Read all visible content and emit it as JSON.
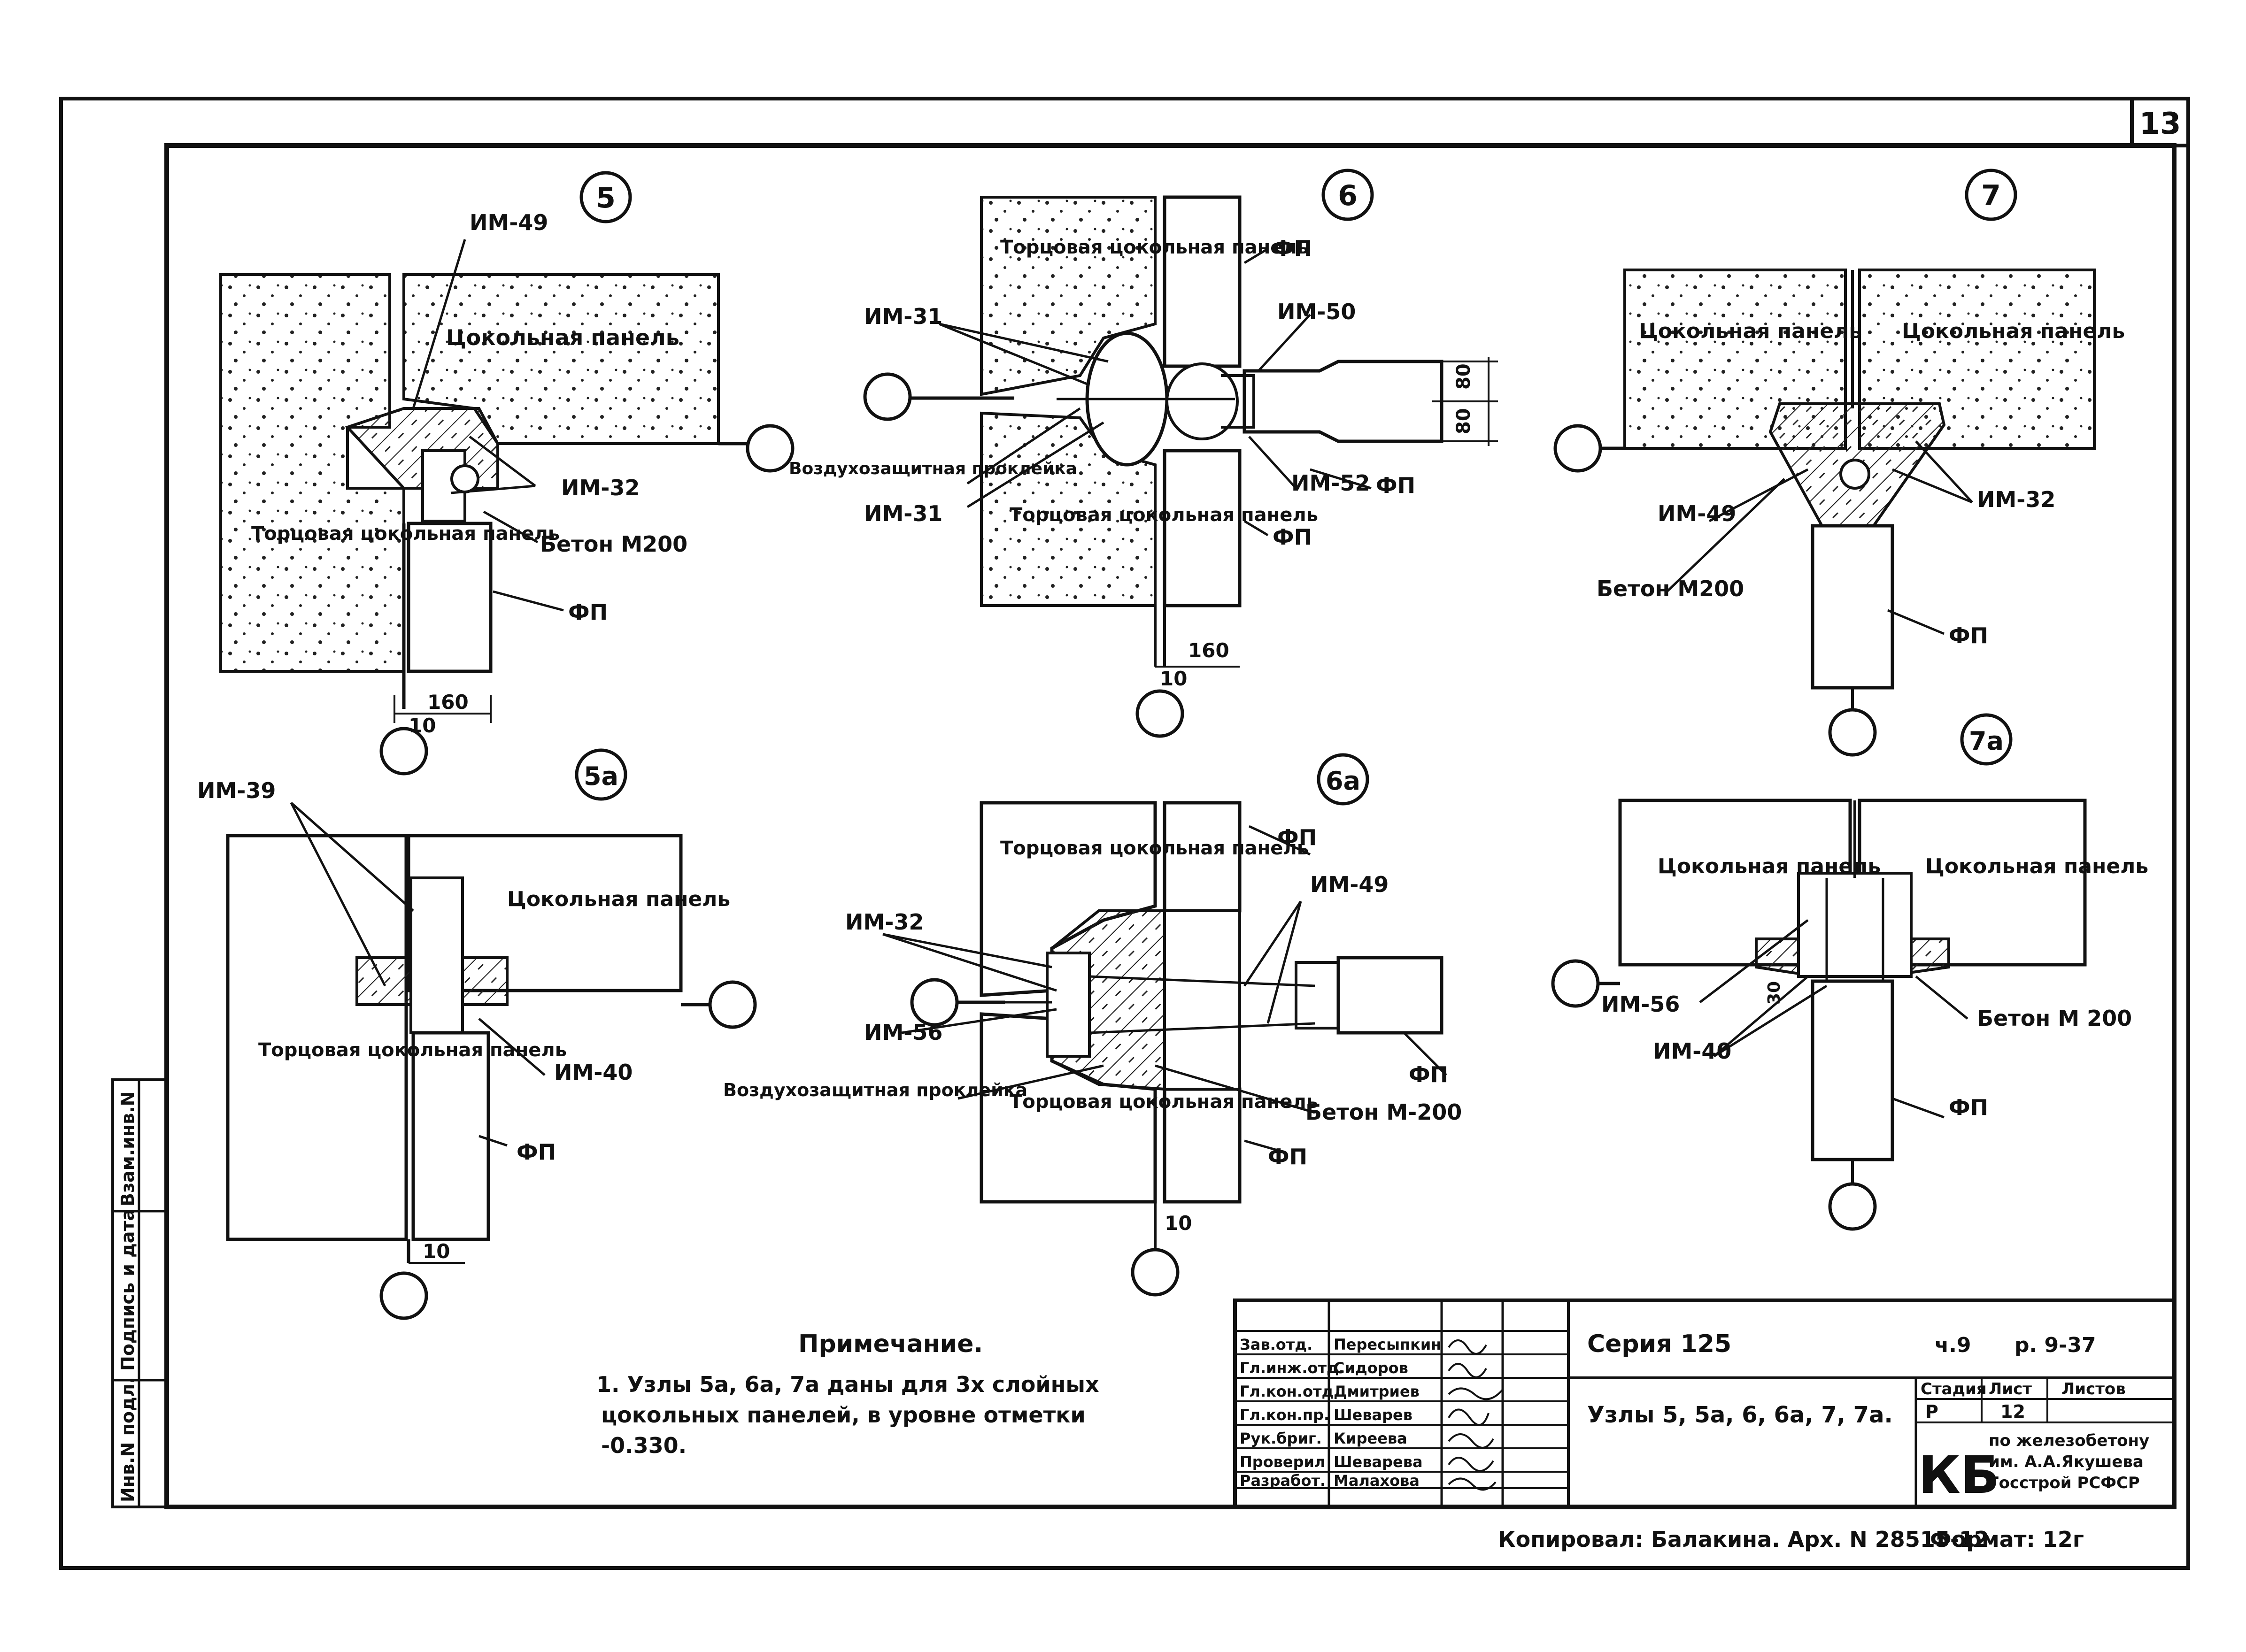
{
  "sheet_number": "13",
  "nodes": {
    "n5": {
      "marker": "5",
      "labels": {
        "im49": "ИМ-49",
        "panel": "Цокольная панель",
        "im32": "ИМ-32",
        "end_panel": "Торцовая цокольная панель",
        "beton": "Бетон М200",
        "fp": "ФП"
      },
      "dims": [
        "160",
        "10"
      ]
    },
    "n6": {
      "marker": "6",
      "labels": {
        "end_panel_top": "Торцовая цокольная панель",
        "fp_top": "ФП",
        "im31_top": "ИМ-31",
        "im50": "ИМ-50",
        "air_strip": "Воздухозащитная проклейка",
        "im31_bottom": "ИМ-31",
        "im52": "ИМ-52",
        "fp_right": "ФП",
        "end_panel_bottom": "Торцовая цокольная панель",
        "fp_bottom": "ФП"
      },
      "dims": [
        "80",
        "80",
        "160",
        "10"
      ]
    },
    "n7": {
      "marker": "7",
      "labels": {
        "panel_left": "Цокольная панель",
        "panel_right": "Цокольная панель",
        "im49": "ИМ-49",
        "im32": "ИМ-32",
        "beton": "Бетон М200",
        "fp": "ФП"
      }
    },
    "n5a": {
      "marker": "5а",
      "labels": {
        "im39": "ИМ-39",
        "panel": "Цокольная панель",
        "end_panel": "Торцовая цокольная панель",
        "im40": "ИМ-40",
        "fp": "ФП"
      },
      "dims": [
        "10"
      ]
    },
    "n6a": {
      "marker": "6а",
      "labels": {
        "end_panel_top": "Торцовая цокольная панель",
        "fp_top": "ФП",
        "im49": "ИМ-49",
        "im32": "ИМ-32",
        "im56": "ИМ-56",
        "fp_right": "ФП",
        "air_strip": "Воздухозащитная проклейка",
        "end_panel_bottom": "Торцовая цокольная панель",
        "beton": "Бетон М-200",
        "fp_bottom": "ФП"
      },
      "dims": [
        "10"
      ]
    },
    "n7a": {
      "marker": "7а",
      "labels": {
        "panel_left": "Цокольная панель",
        "panel_right": "Цокольная панель",
        "im56": "ИМ-56",
        "im40": "ИМ-40",
        "beton": "Бетон М 200",
        "fp": "ФП"
      },
      "dims": [
        "30"
      ]
    }
  },
  "note": {
    "title": "Примечание.",
    "line1": "1. Узлы 5а, 6а, 7а даны для 3х слойных",
    "line2": "цокольных панелей, в уровне отметки",
    "line3": "-0.330."
  },
  "side_stamp": [
    "Инв.N подл.",
    "Подпись и дата",
    "Взам.инв.N"
  ],
  "title_block": {
    "roles": [
      "Зав.отд.",
      "Гл.инж.отд.",
      "Гл.кон.отд.",
      "Гл.кон.пр.",
      "Рук.бриг.",
      "Проверил",
      "Разработ."
    ],
    "names": [
      "Пересыпкин",
      "Сидоров",
      "Дмитриев",
      "Шеварев",
      "Киреева",
      "Шеварева",
      "Малахова"
    ],
    "series": "Серия 125",
    "part": "ч.9",
    "sheet_ref": "р. 9-37",
    "title": "Узлы 5, 5а, 6, 6а, 7, 7а.",
    "col_stage": "Стадия",
    "col_sheet": "Лист",
    "col_sheets": "Листов",
    "stage": "Р",
    "sheet": "12",
    "org_mark": "КБ",
    "org_lines": [
      "по железобетону",
      "им. А.А.Якушева",
      "Госстрой РСФСР"
    ]
  },
  "footer": {
    "copied": "Копировал: Балакина. Арх. N 28515-12",
    "format": "Формат: 12г"
  }
}
